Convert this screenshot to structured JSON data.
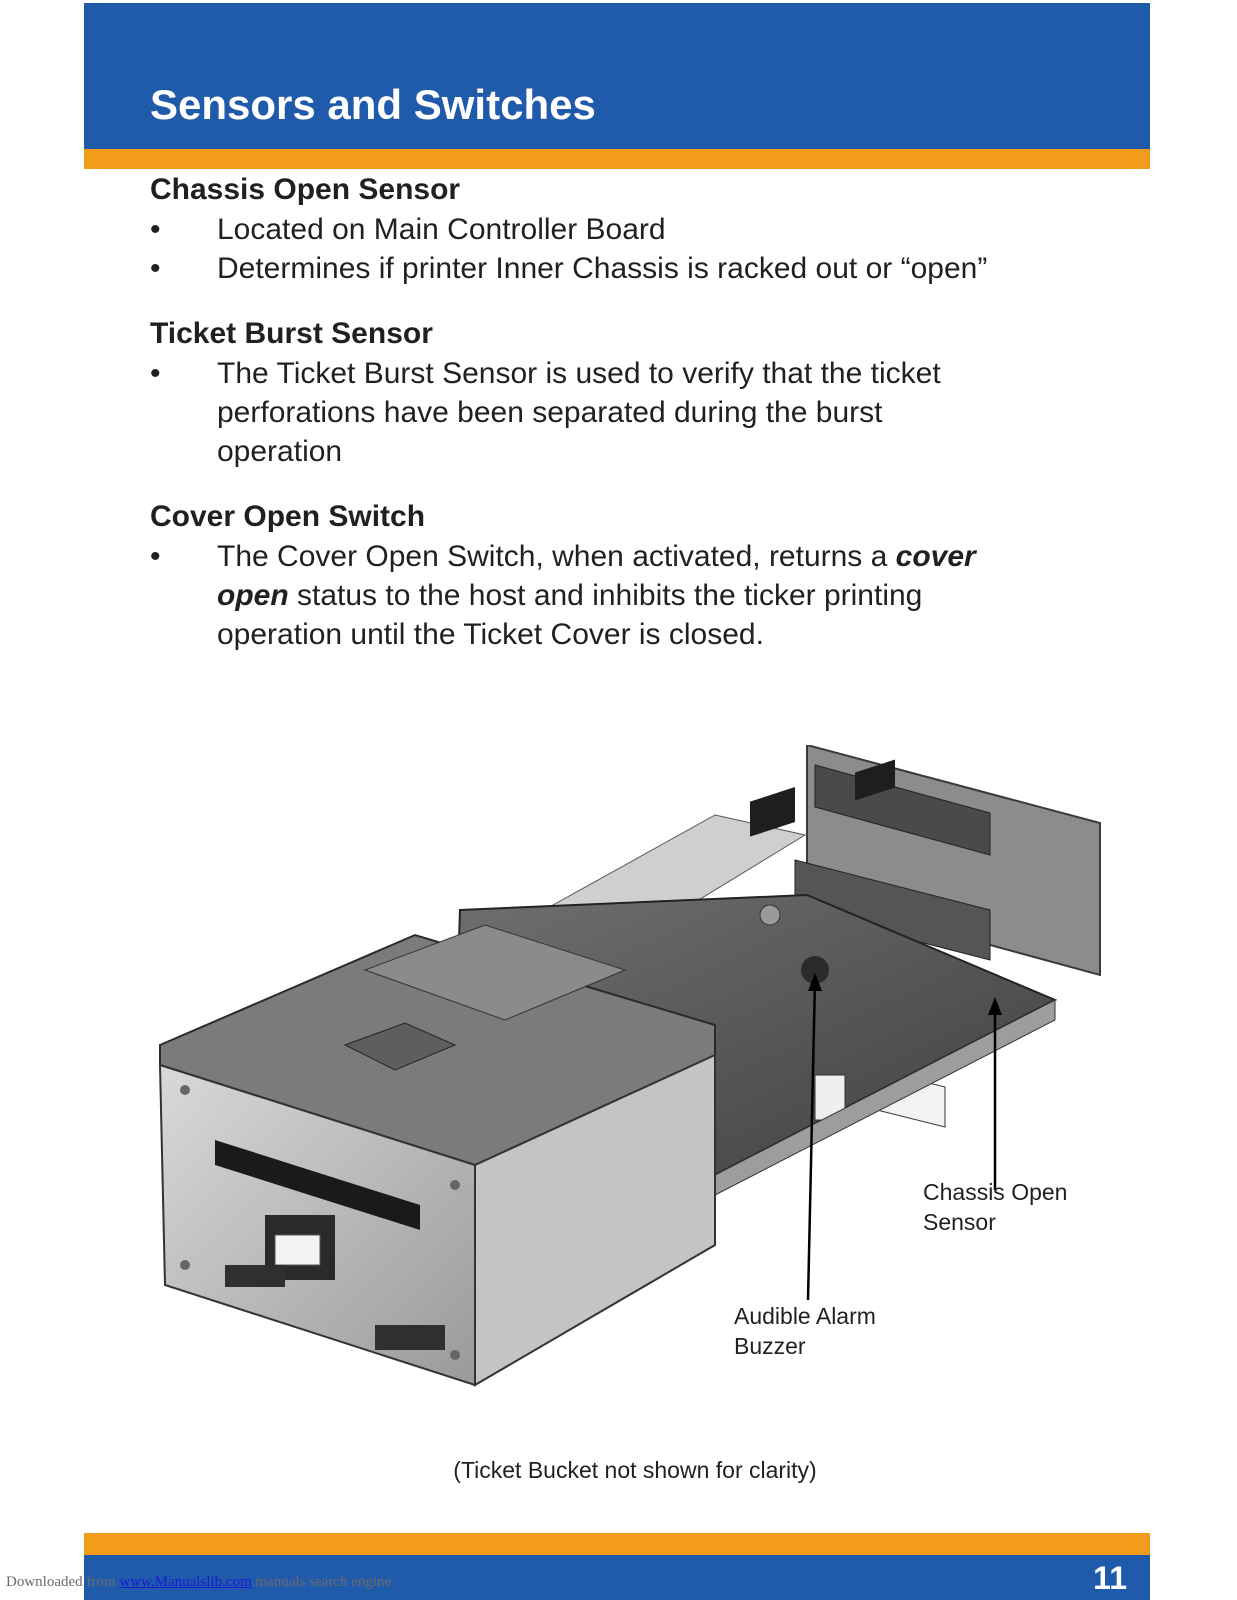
{
  "header": {
    "title": "Sensors and Switches"
  },
  "sections": [
    {
      "heading": "Chassis Open Sensor",
      "bullets": [
        "Located on Main Controller Board",
        "Determines if printer Inner Chassis is racked out or “open”"
      ]
    },
    {
      "heading": "Ticket Burst Sensor",
      "bullet_lines": [
        "The Ticket Burst Sensor is used to verify that the ticket",
        "perforations have been separated during the burst",
        "operation"
      ]
    },
    {
      "heading": "Cover Open Switch",
      "line1_pre": "The Cover Open Switch, when activated, returns a ",
      "line1_em": "cover",
      "line2_em": "open",
      "line2_post": " status to the host and inhibits the ticker printing",
      "line3": "operation until the Ticket Cover is closed."
    }
  ],
  "bullet_symbol": "•",
  "figure": {
    "callouts": {
      "chassis_line1": "Chassis Open",
      "chassis_line2": "Sensor",
      "alarm_line1": "Audible Alarm",
      "alarm_line2": "Buzzer"
    },
    "caption": "(Ticket Bucket not shown for clarity)"
  },
  "footer": {
    "page_number": "11",
    "download_prefix": "Downloaded from ",
    "download_link": "www.Manualslib.com",
    "download_suffix": " manuals search engine"
  },
  "colors": {
    "header_blue": "#1f5aab",
    "accent_orange": "#f39c1c"
  }
}
